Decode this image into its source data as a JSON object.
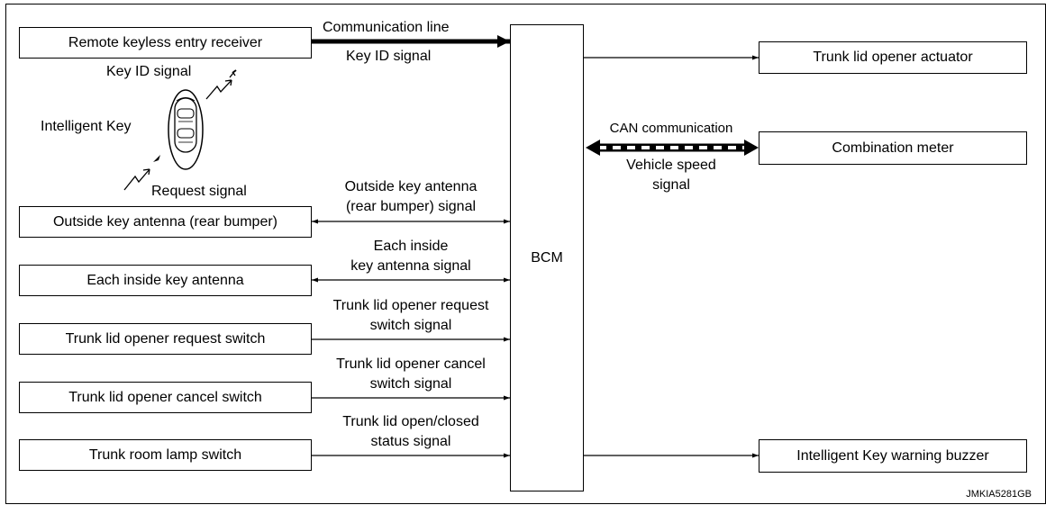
{
  "left_components": {
    "receiver": "Remote keyless entry receiver",
    "outside_antenna": "Outside key antenna (rear bumper)",
    "inside_antenna": "Each inside key antenna",
    "request_switch": "Trunk lid opener request switch",
    "cancel_switch": "Trunk lid opener cancel switch",
    "room_lamp_switch": "Trunk room lamp switch"
  },
  "center": {
    "bcm": "BCM"
  },
  "right_components": {
    "actuator": "Trunk lid opener actuator",
    "meter": "Combination meter",
    "buzzer": "Intelligent Key warning buzzer"
  },
  "signals": {
    "communication_line": "Communication line",
    "key_id_line": "Key ID signal",
    "key_id_wireless": "Key ID signal",
    "intelligent_key": "Intelligent Key",
    "request_signal": "Request signal",
    "outside_antenna_signal_1": "Outside key antenna",
    "outside_antenna_signal_2": "(rear bumper) signal",
    "inside_antenna_signal_1": "Each inside",
    "inside_antenna_signal_2": "key antenna signal",
    "request_switch_signal_1": "Trunk lid opener request",
    "request_switch_signal_2": "switch signal",
    "cancel_switch_signal_1": "Trunk lid opener cancel",
    "cancel_switch_signal_2": "switch signal",
    "status_signal_1": "Trunk lid open/closed",
    "status_signal_2": "status signal",
    "can_communication": "CAN communication",
    "vehicle_speed_1": "Vehicle speed",
    "vehicle_speed_2": "signal"
  },
  "figure_code": "JMKIA5281GB"
}
